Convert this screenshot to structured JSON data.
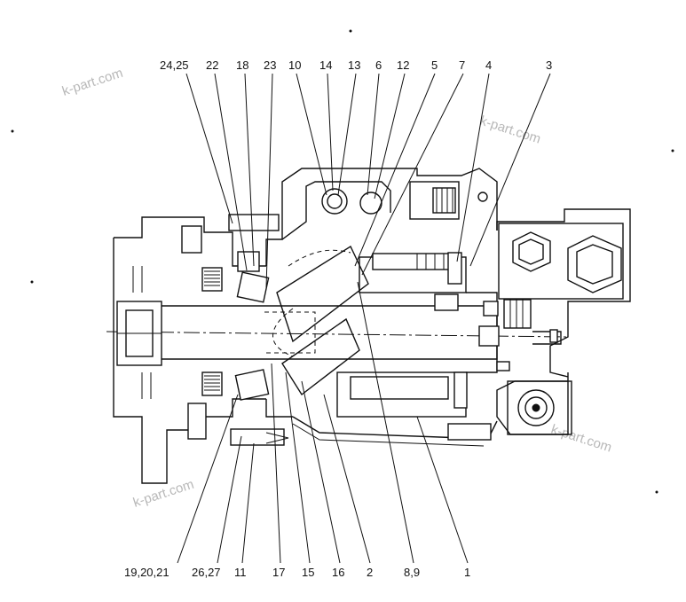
{
  "watermark": "k-part.com",
  "callouts_top": [
    "24,25",
    "22",
    "18",
    "23",
    "10",
    "14",
    "13",
    "6",
    "12",
    "5",
    "7",
    "4",
    "3"
  ],
  "callouts_bottom": [
    "19,20,21",
    "26,27",
    "11",
    "17",
    "15",
    "16",
    "2",
    "8,9",
    "1"
  ]
}
